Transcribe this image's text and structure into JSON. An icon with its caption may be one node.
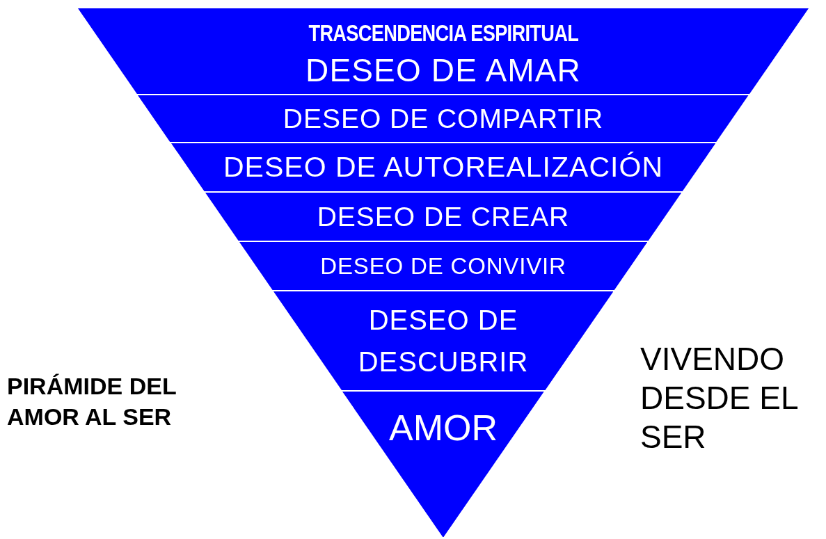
{
  "diagram": {
    "nodes": [
      {
        "text": [
          "TRASCENDENCIA ESPIRITUAL",
          "DESEO DE AMAR"
        ]
      },
      {
        "text": [
          "DESEO DE COMPARTIR"
        ]
      },
      {
        "text": [
          "DESEO DE AUTOREALIZACIÓN"
        ]
      },
      {
        "text": [
          "DESEO DE CREAR"
        ]
      },
      {
        "text": [
          "DESEO DE CONVIVIR"
        ]
      },
      {
        "text": [
          "DESEO DE DESCUBRIR"
        ]
      },
      {
        "text": [
          "AMOR"
        ]
      }
    ],
    "labels": [
      "PIRÁMIDE DEL AMOR AL SER",
      "VIVENDO DESDE EL SER"
    ]
  }
}
